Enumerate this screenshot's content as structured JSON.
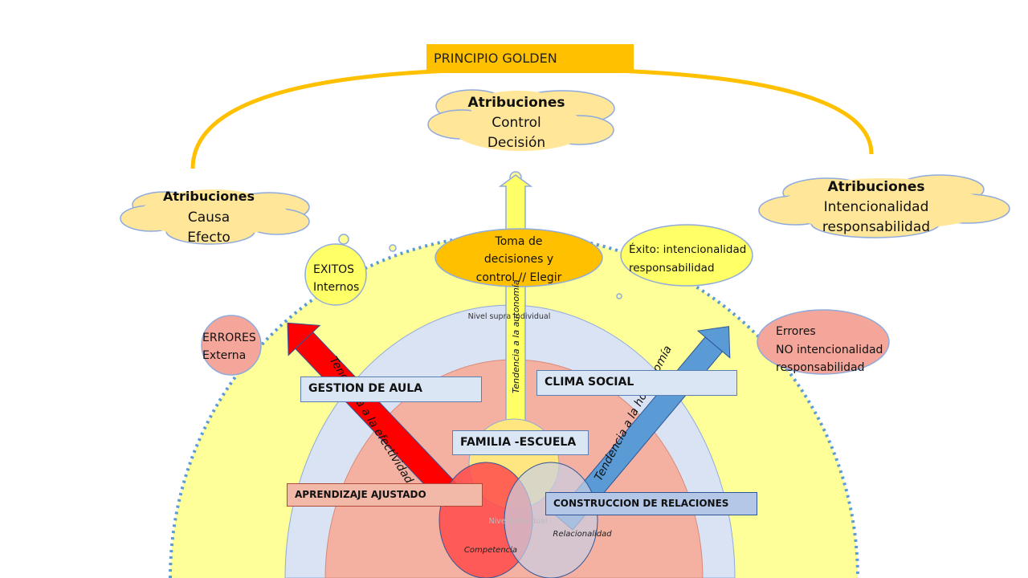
{
  "title": "PRINCIPIO  GOLDEN",
  "clouds": {
    "top": {
      "title": "Atribuciones",
      "line1": "Control",
      "line2": "Decisión"
    },
    "left": {
      "title": "Atribuciones",
      "line1": "Causa",
      "line2": "Efecto"
    },
    "right": {
      "title": "Atribuciones",
      "line1": "Intencionalidad",
      "line2": "responsabilidad"
    }
  },
  "bubbles": {
    "toma": {
      "line1": "Toma de",
      "line2": "decisiones y",
      "line3": "control // Elegir"
    },
    "exitos_internos": {
      "line1": "EXITOS",
      "line2": "Internos"
    },
    "exito_intencionalidad": {
      "line1": "Éxito:  intencionalidad",
      "line2": "responsabilidad"
    },
    "errores_externa": {
      "line1": "ERRORES",
      "line2": "Externa"
    },
    "errores_no": {
      "line1": "Errores",
      "line2": "NO intencionalidad",
      "line3": "responsabilidad"
    }
  },
  "levels": {
    "supra": "Nivel supra individual",
    "individual": "Nivel individual"
  },
  "arrows": {
    "autonomia": "Tendencia a la autonomía",
    "efectividad": "Tendencia a la efectividad",
    "homonomia": "Tendencia a la homonomía"
  },
  "boxes": {
    "gestion": "GESTION DE AULA",
    "clima": "CLIMA SOCIAL",
    "familia": "FAMILIA -ESCUELA",
    "aprendizaje": "APRENDIZAJE AJUSTADO",
    "construccion": "CONSTRUCCION DE RELACIONES"
  },
  "circles": {
    "competencia": "Competencia",
    "relacionalidad": "Relacionalidad"
  },
  "colors": {
    "golden": "#ffc000",
    "yellow_zone": "#ffff99",
    "blue_zone": "#dae3f3",
    "salmon_zone": "#f4b0a0",
    "cloud": "#ffe699",
    "red_arrow": "#ff0000",
    "blue_arrow": "#5b9bd5"
  }
}
